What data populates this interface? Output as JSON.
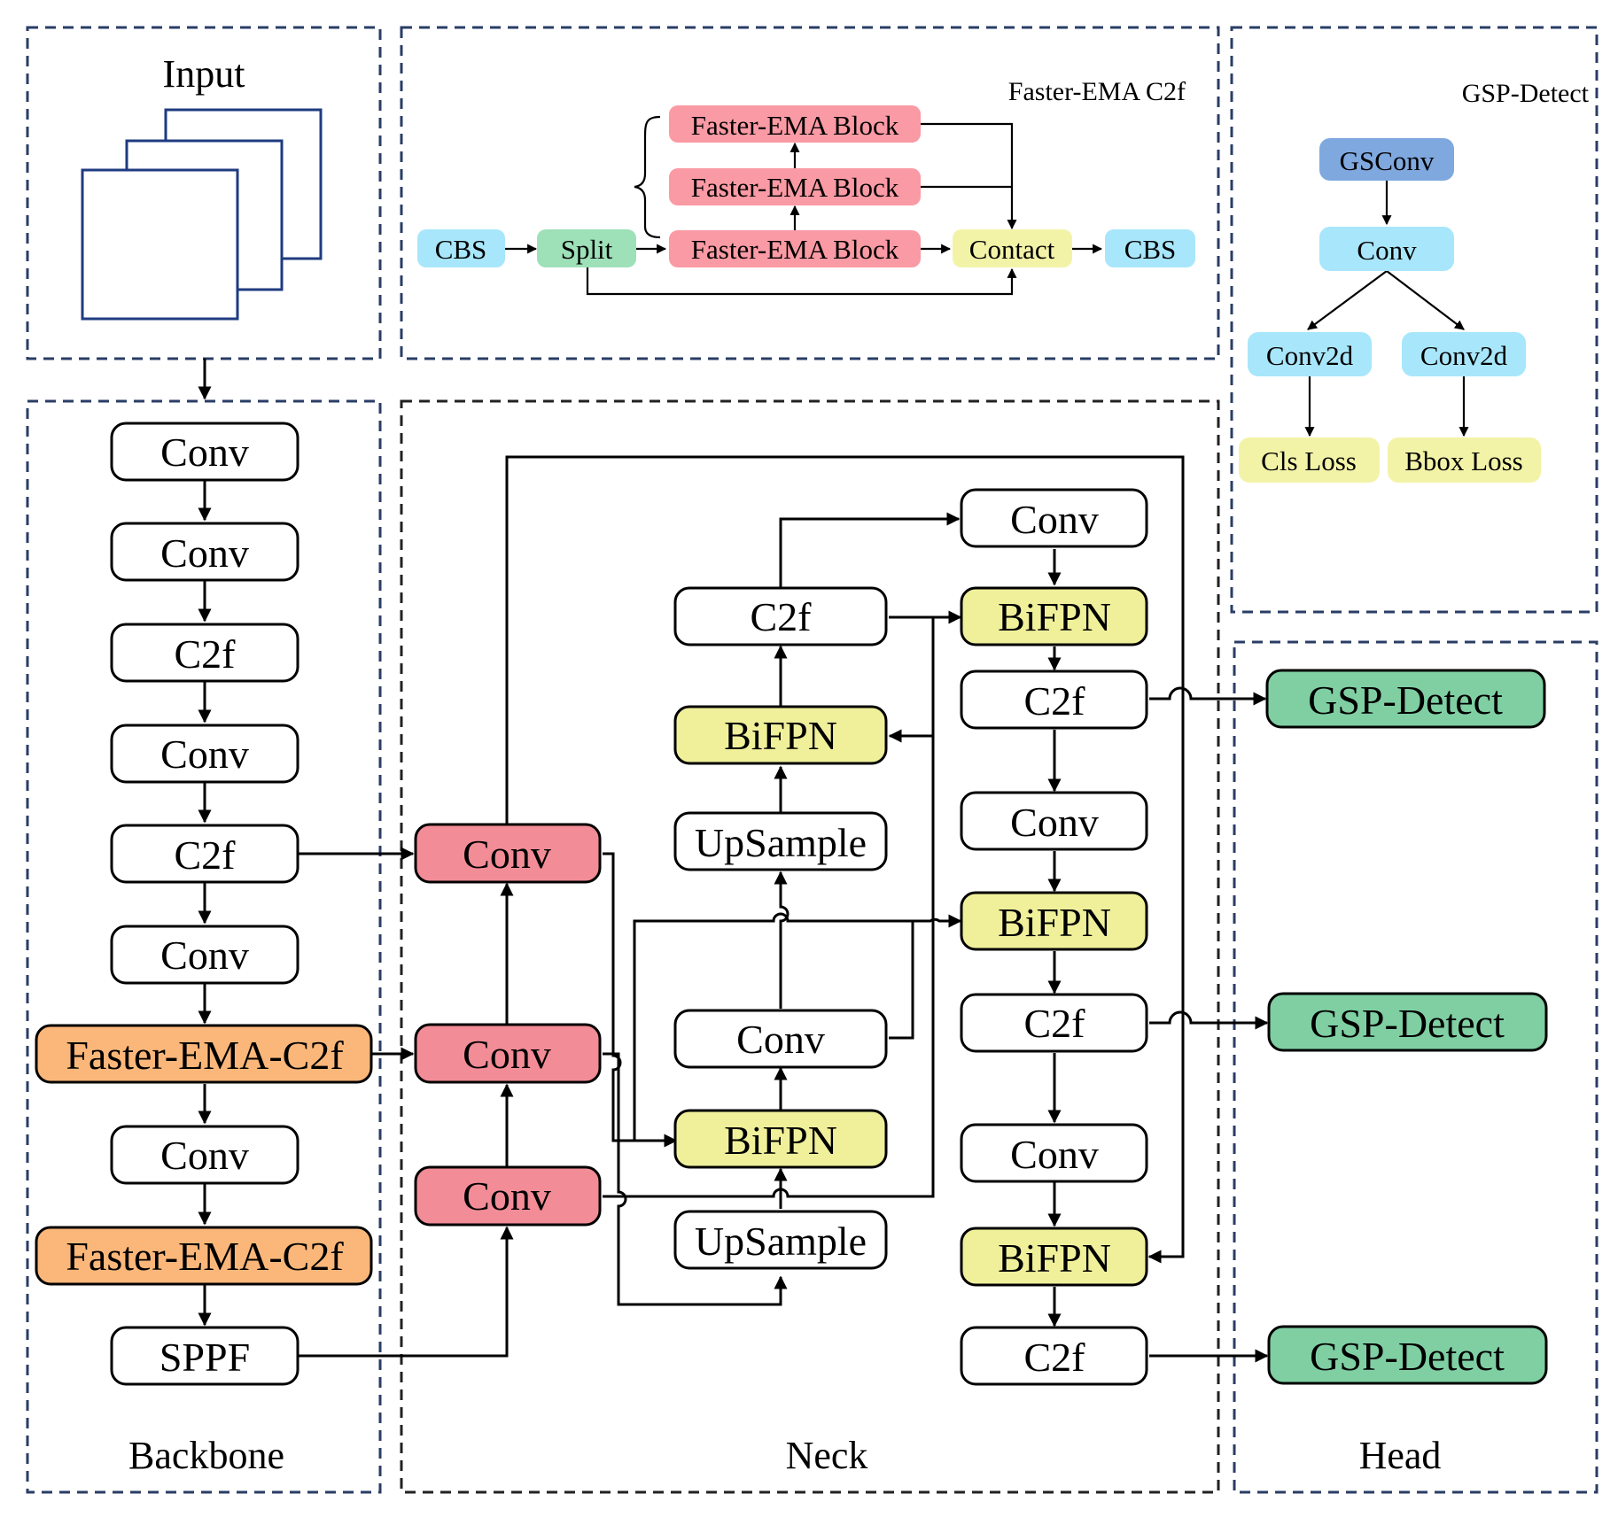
{
  "panels": {
    "input": "Input",
    "backbone": "Backbone",
    "neck": "Neck",
    "head": "Head",
    "faster_ema_c2f": "Faster-EMA C2f",
    "gsp_detect": "GSP-Detect"
  },
  "backbone": {
    "items": [
      "Conv",
      "Conv",
      "C2f",
      "Conv",
      "C2f",
      "Conv",
      "Faster-EMA-C2f",
      "Conv",
      "Faster-EMA-C2f",
      "SPPF"
    ]
  },
  "neck": {
    "conv_top": "Conv",
    "conv_mid": "Conv",
    "conv_bot": "Conv",
    "upsample_bot": "UpSample",
    "bifpn_low": "BiFPN",
    "conv_center": "Conv",
    "upsample_top": "UpSample",
    "bifpn_upper": "BiFPN",
    "c2f_upper": "C2f",
    "right_conv1": "Conv",
    "right_bifpn1": "BiFPN",
    "right_c2f1": "C2f",
    "right_conv2": "Conv",
    "right_bifpn2": "BiFPN",
    "right_c2f2": "C2f",
    "right_conv3": "Conv",
    "right_bifpn3": "BiFPN",
    "right_c2f3": "C2f"
  },
  "head": {
    "detect1": "GSP-Detect",
    "detect2": "GSP-Detect",
    "detect3": "GSP-Detect"
  },
  "c2f_module": {
    "cbs_in": "CBS",
    "split": "Split",
    "block1": "Faster-EMA Block",
    "block2": "Faster-EMA Block",
    "block3": "Faster-EMA Block",
    "contact": "Contact",
    "cbs_out": "CBS"
  },
  "gsp_module": {
    "gsconv": "GSConv",
    "conv": "Conv",
    "conv2d_left": "Conv2d",
    "conv2d_right": "Conv2d",
    "cls_loss": "Cls Loss",
    "bbox_loss": "Bbox Loss"
  },
  "colors": {
    "white": "#ffffff",
    "red": "#f28c96",
    "orange": "#fbb77a",
    "yellow": "#f0f09b",
    "green": "#7fcfa3",
    "light_red": "#fa9aa4",
    "light_green": "#9ee0b8",
    "cyan": "#a8e6fb",
    "blue": "#7fa8df",
    "pale_yellow": "#f3f3a8"
  }
}
